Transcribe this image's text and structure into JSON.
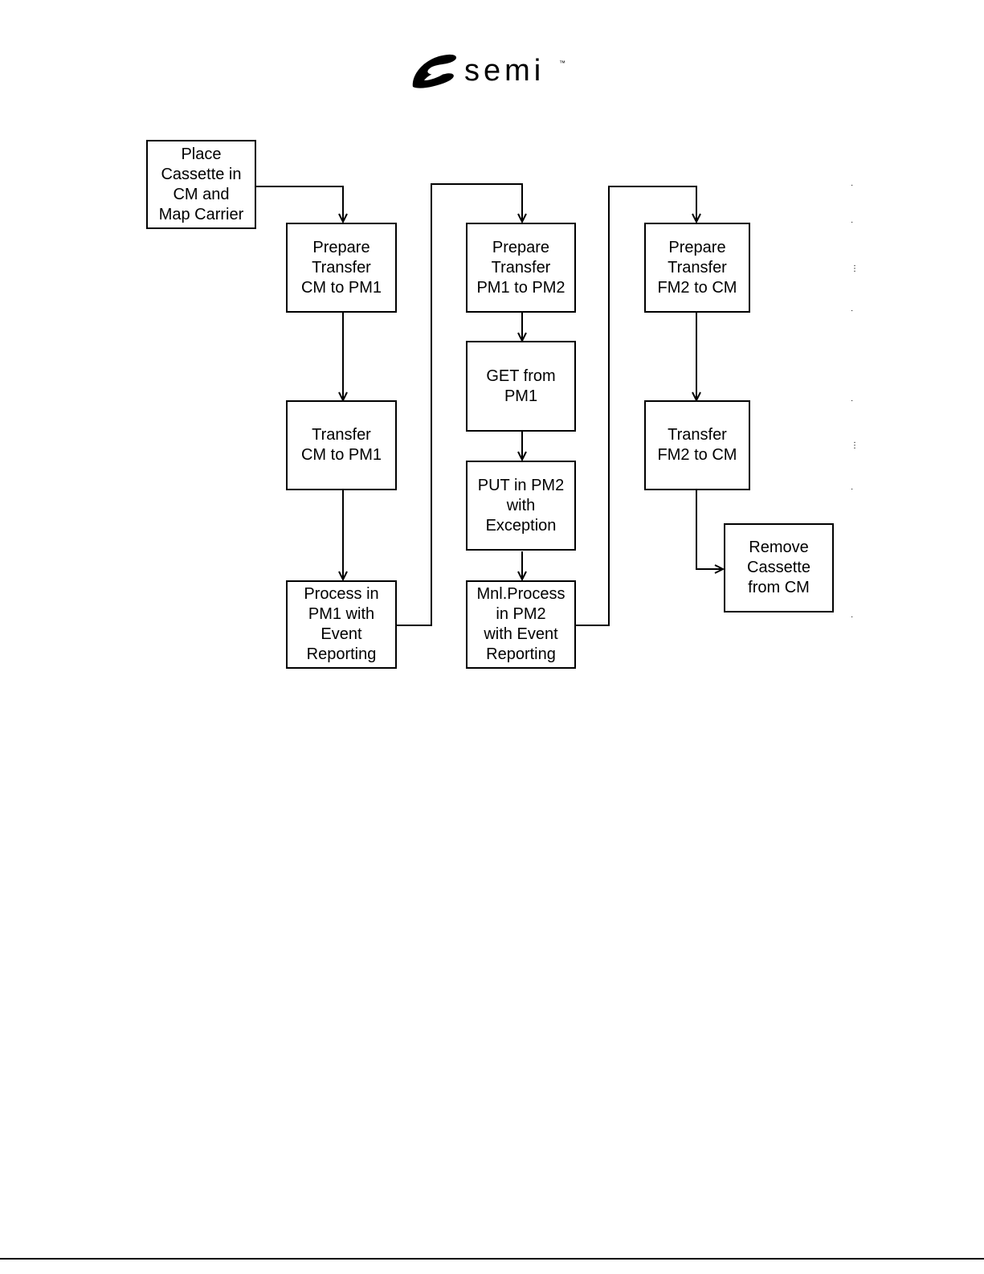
{
  "logo": {
    "word": "semi",
    "trademark": "™"
  },
  "nodes": [
    {
      "id": "place-cassette",
      "label": "Place\nCassette in\nCM and\nMap Carrier"
    },
    {
      "id": "prepare-cm-pm1",
      "label": "Prepare\nTransfer\nCM to PM1"
    },
    {
      "id": "transfer-cm-pm1",
      "label": "Transfer\nCM to PM1"
    },
    {
      "id": "process-pm1",
      "label": "Process in\nPM1 with\nEvent\nReporting"
    },
    {
      "id": "prepare-pm1-pm2",
      "label": "Prepare\nTransfer\nPM1 to PM2"
    },
    {
      "id": "get-pm1",
      "label": "GET from\nPM1"
    },
    {
      "id": "put-pm2",
      "label": "PUT in PM2\nwith\nException"
    },
    {
      "id": "mnl-process-pm2",
      "label": "Mnl.Process\nin PM2\nwith Event\nReporting"
    },
    {
      "id": "prepare-fm2-cm",
      "label": "Prepare\nTransfer\nFM2 to CM"
    },
    {
      "id": "transfer-fm2-cm",
      "label": "Transfer\nFM2 to CM"
    },
    {
      "id": "remove-cassette",
      "label": "Remove\nCassette\nfrom CM"
    }
  ],
  "edges": [
    {
      "from": "place-cassette",
      "to": "prepare-cm-pm1"
    },
    {
      "from": "prepare-cm-pm1",
      "to": "transfer-cm-pm1"
    },
    {
      "from": "transfer-cm-pm1",
      "to": "process-pm1"
    },
    {
      "from": "process-pm1",
      "to": "prepare-pm1-pm2"
    },
    {
      "from": "prepare-pm1-pm2",
      "to": "get-pm1"
    },
    {
      "from": "get-pm1",
      "to": "put-pm2"
    },
    {
      "from": "put-pm2",
      "to": "mnl-process-pm2"
    },
    {
      "from": "mnl-process-pm2",
      "to": "prepare-fm2-cm"
    },
    {
      "from": "prepare-fm2-cm",
      "to": "transfer-fm2-cm"
    },
    {
      "from": "transfer-fm2-cm",
      "to": "remove-cassette"
    }
  ]
}
